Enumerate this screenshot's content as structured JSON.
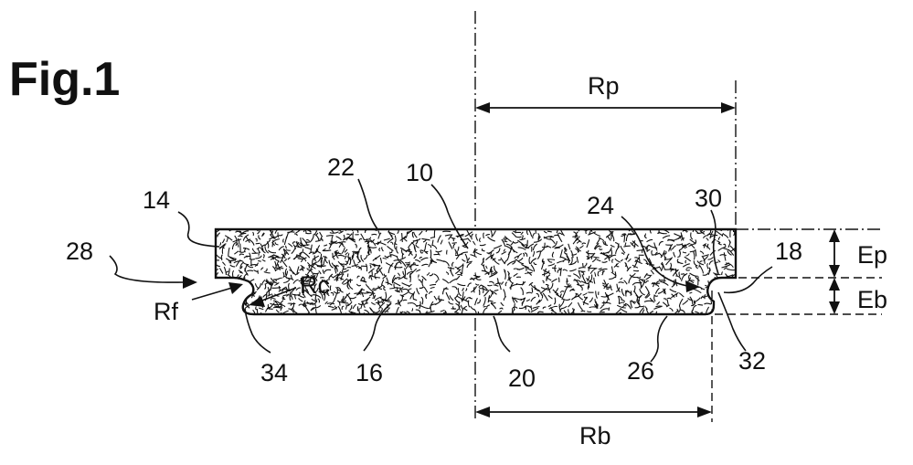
{
  "figure": {
    "title": "Fig.1",
    "labels": {
      "l10": "10",
      "l14": "14",
      "l16": "16",
      "l18": "18",
      "l20": "20",
      "l22": "22",
      "l24": "24",
      "l26": "26",
      "l28": "28",
      "l30": "30",
      "l32": "32",
      "l34": "34",
      "rp": "Rp",
      "rb": "Rb",
      "rc": "Rc",
      "rf": "Rf",
      "ep": "Ep",
      "eb": "Eb"
    }
  },
  "colors": {
    "ink": "#111111",
    "background": "#ffffff"
  }
}
